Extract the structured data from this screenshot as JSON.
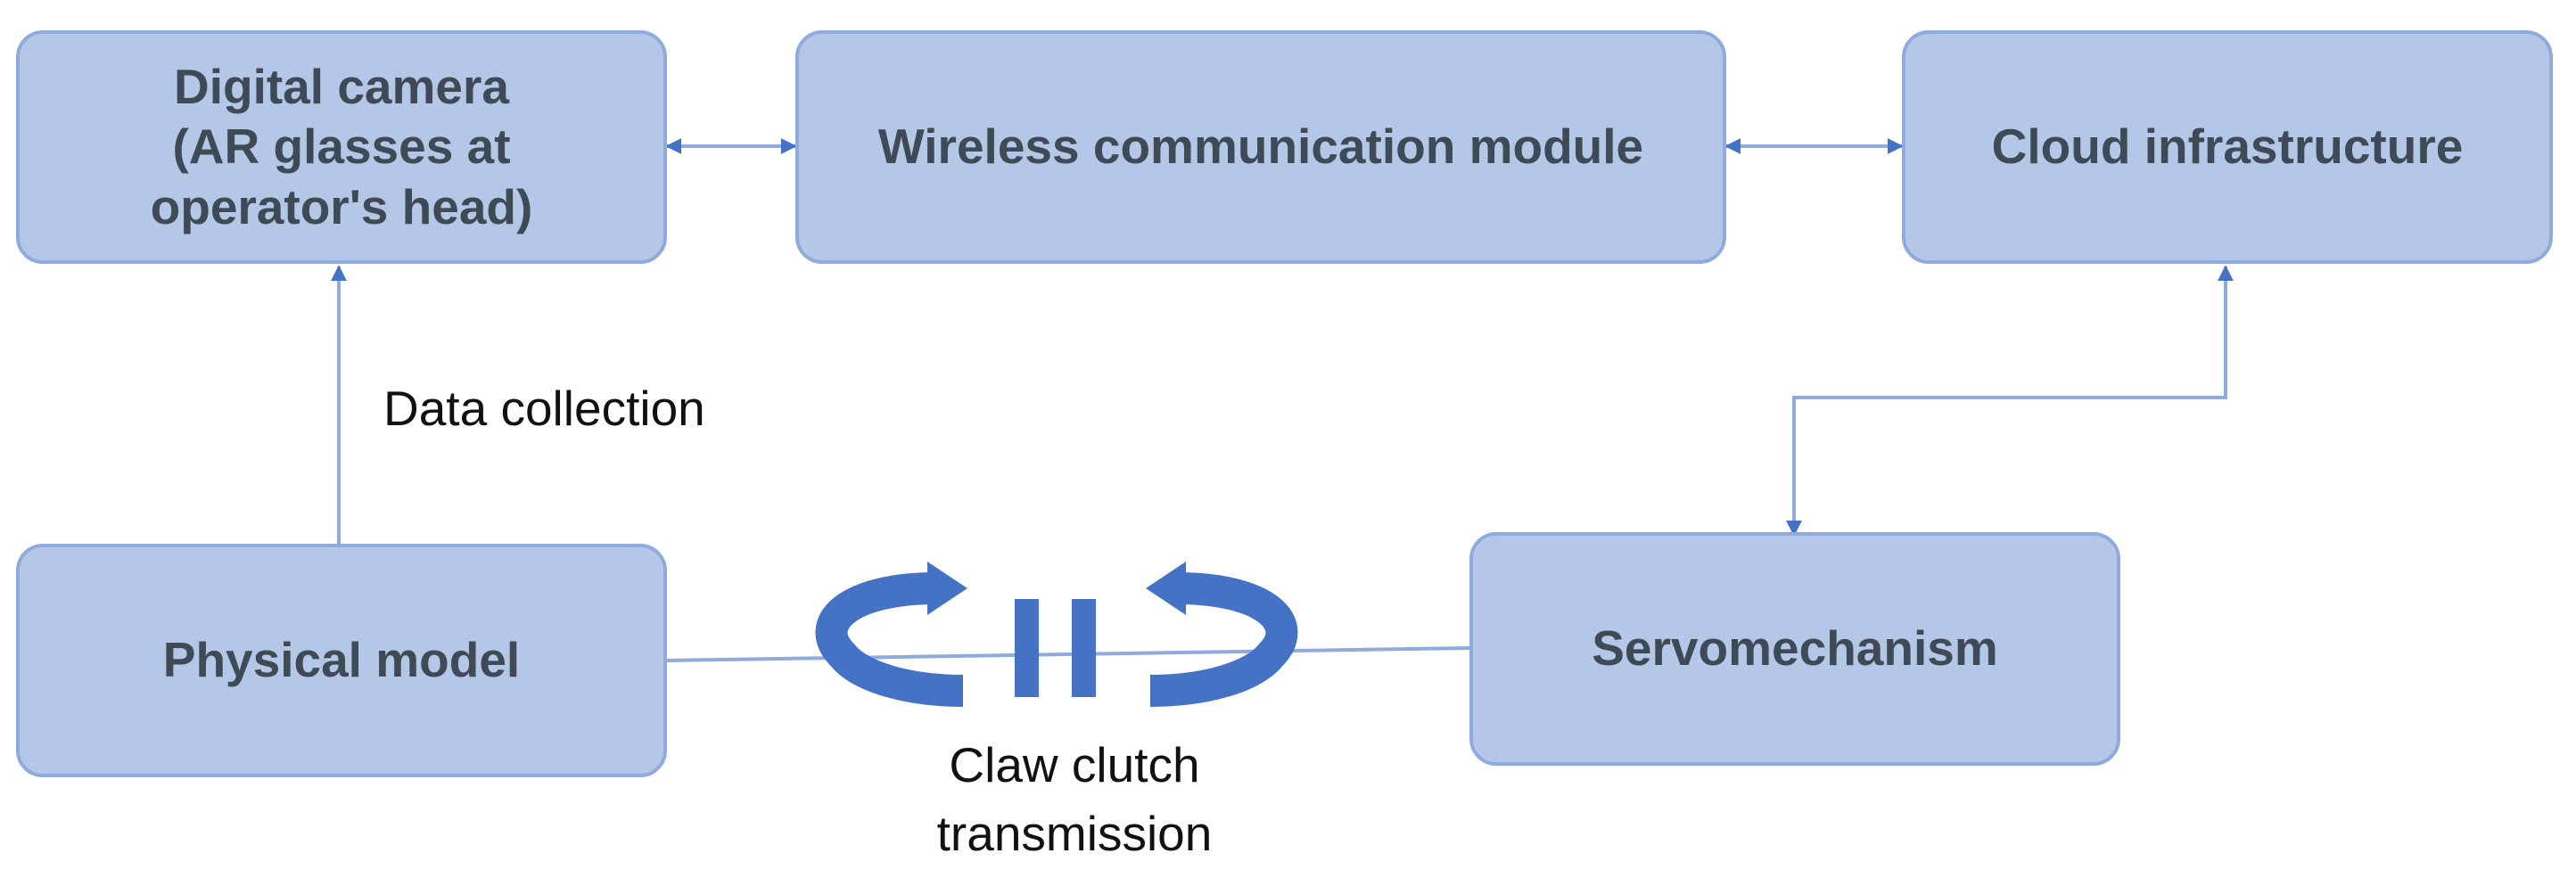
{
  "nodes": {
    "camera": {
      "label_lines": [
        "Digital camera",
        "(AR glasses at",
        "operator's head)"
      ]
    },
    "wireless": {
      "label": "Wireless communication module"
    },
    "cloud": {
      "label": "Cloud infrastructure"
    },
    "physical": {
      "label": "Physical model"
    },
    "servo": {
      "label": "Servomechanism"
    }
  },
  "edges": {
    "data_collection": "Data collection",
    "claw_clutch": [
      "Claw clutch",
      "transmission"
    ]
  },
  "colors": {
    "box_fill": "#b4c7e7",
    "box_border": "#8faadc",
    "box_text": "#3f4a57",
    "line": "#8faadc",
    "arrowhead": "#4472c4",
    "clutch_icon": "#4472c4"
  }
}
